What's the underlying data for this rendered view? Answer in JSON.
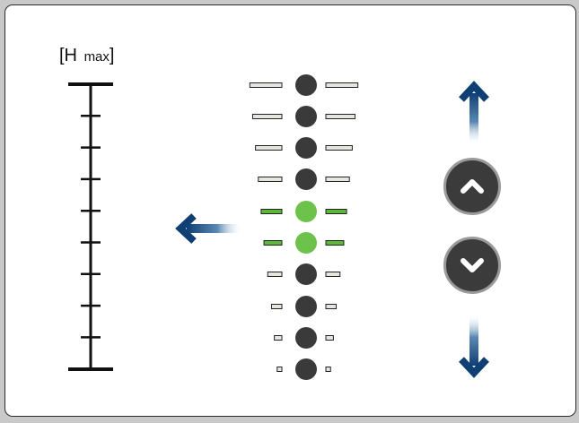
{
  "scale": {
    "label_main": "[H ",
    "label_sub": "max",
    "label_close": "]"
  },
  "level_indicator": {
    "levels_total": 10,
    "active_levels": [
      5,
      6
    ],
    "active_color": "#6cc24a",
    "inactive_dot_color": "#3a3a3a",
    "active_bar_color": "#5cb837",
    "inactive_bar_color": "#e6e6e0"
  },
  "controls": {
    "increase_icon": "chevron-up-icon",
    "decrease_icon": "chevron-down-icon",
    "up_arrow_icon": "arrow-up-icon",
    "down_arrow_icon": "arrow-down-icon",
    "left_arrow_icon": "arrow-left-icon",
    "arrow_color": "#0f3f73"
  }
}
